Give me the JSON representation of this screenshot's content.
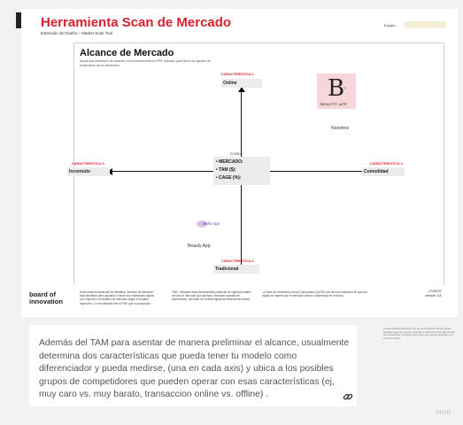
{
  "board": {
    "title": "Herramienta Scan de Mercado",
    "subtitle": "Extensión de Diseño – Market Scan Tool",
    "team_label": "Equipo:"
  },
  "map": {
    "title": "Alcance de Mercado",
    "subtitle": "Ajusta sus dimensión de alcance con la herramienta en PDF indicado para fincar los ajustes de localización de su dimensión",
    "characteristics": [
      {
        "label": "CARACTERISTICA 1",
        "value": "Online"
      },
      {
        "label": "CARACTERISTICA 2",
        "value": "Tradicional"
      },
      {
        "label": "CARACTERISTICA 3",
        "value": "Incomodo"
      },
      {
        "label": "CARACTERISTICA 4",
        "value": "Comodidad"
      }
    ],
    "center": {
      "header": "Costos",
      "lines": [
        "• MERCADO:",
        "• TAM ($):",
        "• CAGE (%):"
      ]
    },
    "competitors": [
      {
        "name": "Nosotros",
        "logo_letter": "B",
        "logo_small": "ry",
        "logo_text": "BEAUTY APP",
        "logo_color": "#f6d6d8"
      },
      {
        "name": "Beauty App",
        "logo_text": "Bella App",
        "logo_color": "#d7c6ea"
      }
    ]
  },
  "footer": {
    "logo_line1": "board of",
    "logo_line2": "innovation",
    "col1": "Sobre esta herramienta\nSe identifica \"Alcance de Mercado\" está diseñada para ayudarlo a hacer una estimación rápida con respecto a el tamaño de mercado según el usuario específico. Le recomienda leer el PDF que lo acompaña.",
    "col2": "TAM - Mercado total direccionable potencial de ingresos totales de todo el mercado (por ejemplo, mercado mundial de automóviles, mercado de comida rápida en América del Norte).",
    "col3": "La Tasa de crecimiento Anual Compuesta (CAGR) nos da una indicación de qué tan rápido se espera que el mercado crezca o disminuya en el futuro.",
    "date": "17/08/22",
    "version": "versión: A1"
  },
  "sticky_note": {
    "text": "Además del TAM para asentar de manera preliminar el alcance, usualmente determina dos características que pueda tener tu modelo como diferenciador y pueda medirse, (una en cada axis) y ubica a los posibles grupos de competidores que pueden operar con esas características (ej, muy caro  vs. muy barato, transaccion online vs. offline) .",
    "link_icon": "link-icon"
  },
  "fine_print": "La nota aclaratoria describe que las características del eje pueden ajustarse según el mercado. Consulte el documento PDF adjunto para las instrucciones completas sobre cómo usar esta herramienta en su sesión de diseño.",
  "watermark": "miro"
}
